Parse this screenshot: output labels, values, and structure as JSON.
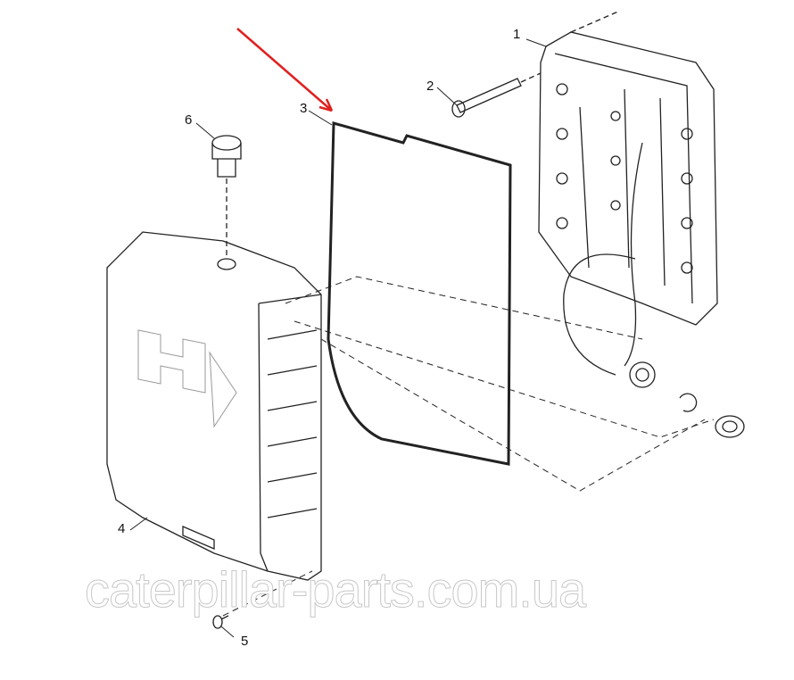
{
  "callouts": [
    "1",
    "2",
    "3",
    "4",
    "5",
    "6"
  ],
  "watermark": "caterpillar-parts.com.ua",
  "colors": {
    "arrow": "#e02020",
    "line": "#222222"
  }
}
